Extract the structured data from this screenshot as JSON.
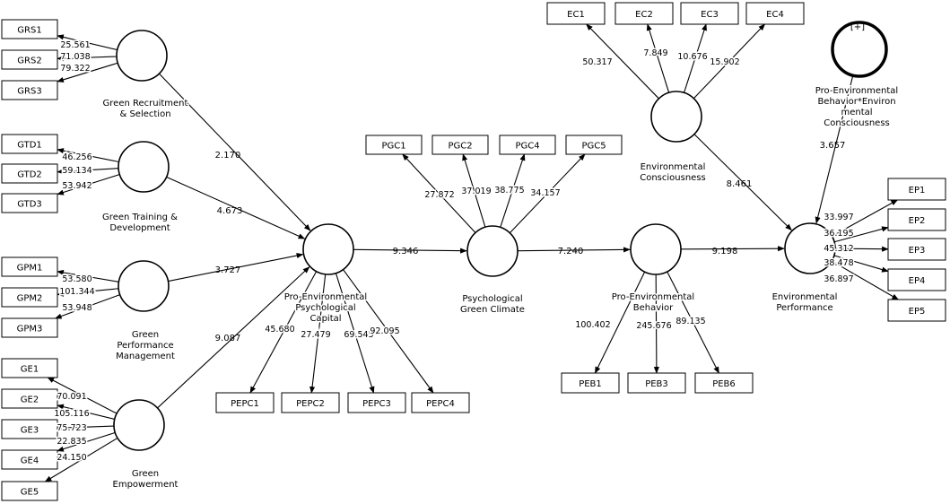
{
  "constructs": [
    {
      "id": "grs",
      "label": [
        "Green Recruitment",
        "& Selection"
      ]
    },
    {
      "id": "gtd",
      "label": [
        "Green Training &",
        "Development"
      ]
    },
    {
      "id": "gpm",
      "label": [
        "Green",
        "Performance",
        "Management"
      ]
    },
    {
      "id": "ge",
      "label": [
        "Green",
        "Empowerment"
      ]
    },
    {
      "id": "pepc",
      "label": [
        "Pro-Environmental",
        "Psychological",
        "Capital"
      ]
    },
    {
      "id": "pgc",
      "label": [
        "Psychological",
        "Green Climate"
      ]
    },
    {
      "id": "peb",
      "label": [
        "Pro-Environmental",
        "Behavior"
      ]
    },
    {
      "id": "ec",
      "label": [
        "Environmental",
        "Consciousness"
      ]
    },
    {
      "id": "ep",
      "label": [
        "Environmental",
        "Performance"
      ]
    },
    {
      "id": "mod",
      "label": [
        "Pro-Environmental",
        "Behavior*Environ",
        "mental",
        "Consciousness"
      ],
      "marker": "[+]"
    }
  ],
  "indicators": [
    {
      "construct": "grs",
      "name": "GRS1",
      "loading": "25.561"
    },
    {
      "construct": "grs",
      "name": "GRS2",
      "loading": "71.038"
    },
    {
      "construct": "grs",
      "name": "GRS3",
      "loading": "79.322"
    },
    {
      "construct": "gtd",
      "name": "GTD1",
      "loading": "46.256"
    },
    {
      "construct": "gtd",
      "name": "GTD2",
      "loading": "59.134"
    },
    {
      "construct": "gtd",
      "name": "GTD3",
      "loading": "53.942"
    },
    {
      "construct": "gpm",
      "name": "GPM1",
      "loading": "53.580"
    },
    {
      "construct": "gpm",
      "name": "GPM2",
      "loading": "101.344"
    },
    {
      "construct": "gpm",
      "name": "GPM3",
      "loading": "53.948"
    },
    {
      "construct": "ge",
      "name": "GE1",
      "loading": "70.091"
    },
    {
      "construct": "ge",
      "name": "GE2",
      "loading": "105.116"
    },
    {
      "construct": "ge",
      "name": "GE3",
      "loading": "75.723"
    },
    {
      "construct": "ge",
      "name": "GE4",
      "loading": "22.835"
    },
    {
      "construct": "ge",
      "name": "GE5",
      "loading": "24.150"
    },
    {
      "construct": "pepc",
      "name": "PEPC1",
      "loading": "45.680"
    },
    {
      "construct": "pepc",
      "name": "PEPC2",
      "loading": "27.479"
    },
    {
      "construct": "pepc",
      "name": "PEPC3",
      "loading": "69.545"
    },
    {
      "construct": "pepc",
      "name": "PEPC4",
      "loading": "92.095"
    },
    {
      "construct": "pgc",
      "name": "PGC1",
      "loading": "27.872"
    },
    {
      "construct": "pgc",
      "name": "PGC2",
      "loading": "37.019"
    },
    {
      "construct": "pgc",
      "name": "PGC4",
      "loading": "38.775"
    },
    {
      "construct": "pgc",
      "name": "PGC5",
      "loading": "34.157"
    },
    {
      "construct": "peb",
      "name": "PEB1",
      "loading": "100.402"
    },
    {
      "construct": "peb",
      "name": "PEB3",
      "loading": "245.676"
    },
    {
      "construct": "peb",
      "name": "PEB6",
      "loading": "89.135"
    },
    {
      "construct": "ec",
      "name": "EC1",
      "loading": "50.317"
    },
    {
      "construct": "ec",
      "name": "EC2",
      "loading": "7.849"
    },
    {
      "construct": "ec",
      "name": "EC3",
      "loading": "10.676"
    },
    {
      "construct": "ec",
      "name": "EC4",
      "loading": "15.902"
    },
    {
      "construct": "ep",
      "name": "EP1",
      "loading": "33.997"
    },
    {
      "construct": "ep",
      "name": "EP2",
      "loading": "36.195"
    },
    {
      "construct": "ep",
      "name": "EP3",
      "loading": "45.312"
    },
    {
      "construct": "ep",
      "name": "EP4",
      "loading": "38.478"
    },
    {
      "construct": "ep",
      "name": "EP5",
      "loading": "36.897"
    }
  ],
  "paths": [
    {
      "from": "grs",
      "to": "pepc",
      "value": "2.170"
    },
    {
      "from": "gtd",
      "to": "pepc",
      "value": "4.673"
    },
    {
      "from": "gpm",
      "to": "pepc",
      "value": "3.727"
    },
    {
      "from": "ge",
      "to": "pepc",
      "value": "9.087"
    },
    {
      "from": "pepc",
      "to": "pgc",
      "value": "9.346"
    },
    {
      "from": "pgc",
      "to": "peb",
      "value": "7.240"
    },
    {
      "from": "peb",
      "to": "ep",
      "value": "9.198"
    },
    {
      "from": "ec",
      "to": "ep",
      "value": "8.461"
    },
    {
      "from": "mod",
      "to": "ep",
      "value": "3.657"
    }
  ]
}
